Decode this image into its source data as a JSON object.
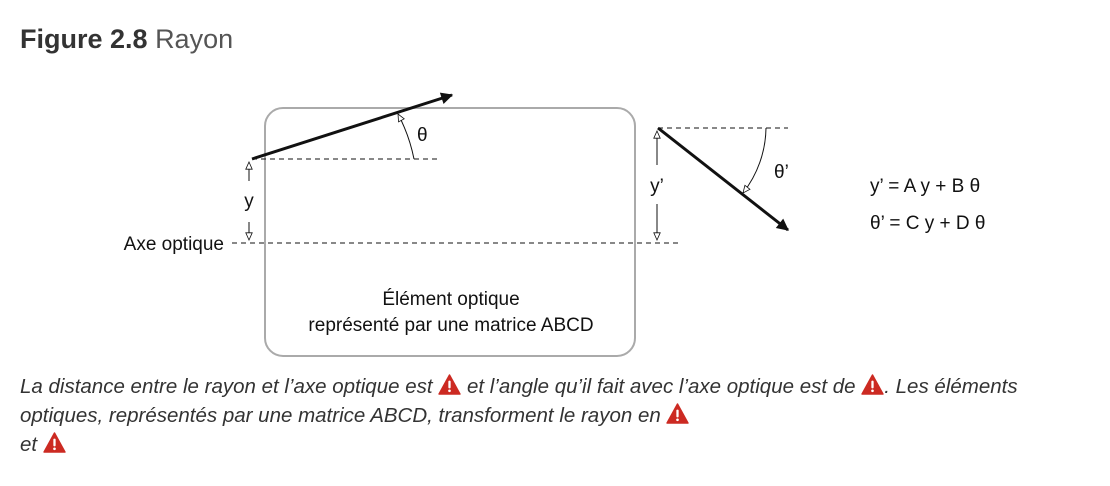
{
  "figure": {
    "number": "Figure 2.8",
    "title": "Rayon"
  },
  "diagram": {
    "axis_label": "Axe optique",
    "element_label_line1": "Élément optique",
    "element_label_line2": "représenté par une matrice ABCD",
    "input_height_label": "y",
    "input_angle_label": "θ",
    "output_height_label": "y’",
    "output_angle_label": "θ’",
    "equation_1": "y’ = A y + B θ",
    "equation_2": "θ’ = C y + D θ"
  },
  "caption": {
    "part1": "La distance entre le rayon et l’axe optique est ",
    "part2": " et l’angle qu’il fait avec l’axe optique est de ",
    "part3": ". Les éléments optiques, représentés par une matrice ABCD, transforment le rayon en ",
    "part4": "et ",
    "placeholder_icon": "warning-triangle-icon",
    "icon_color": "#cc2a22"
  }
}
